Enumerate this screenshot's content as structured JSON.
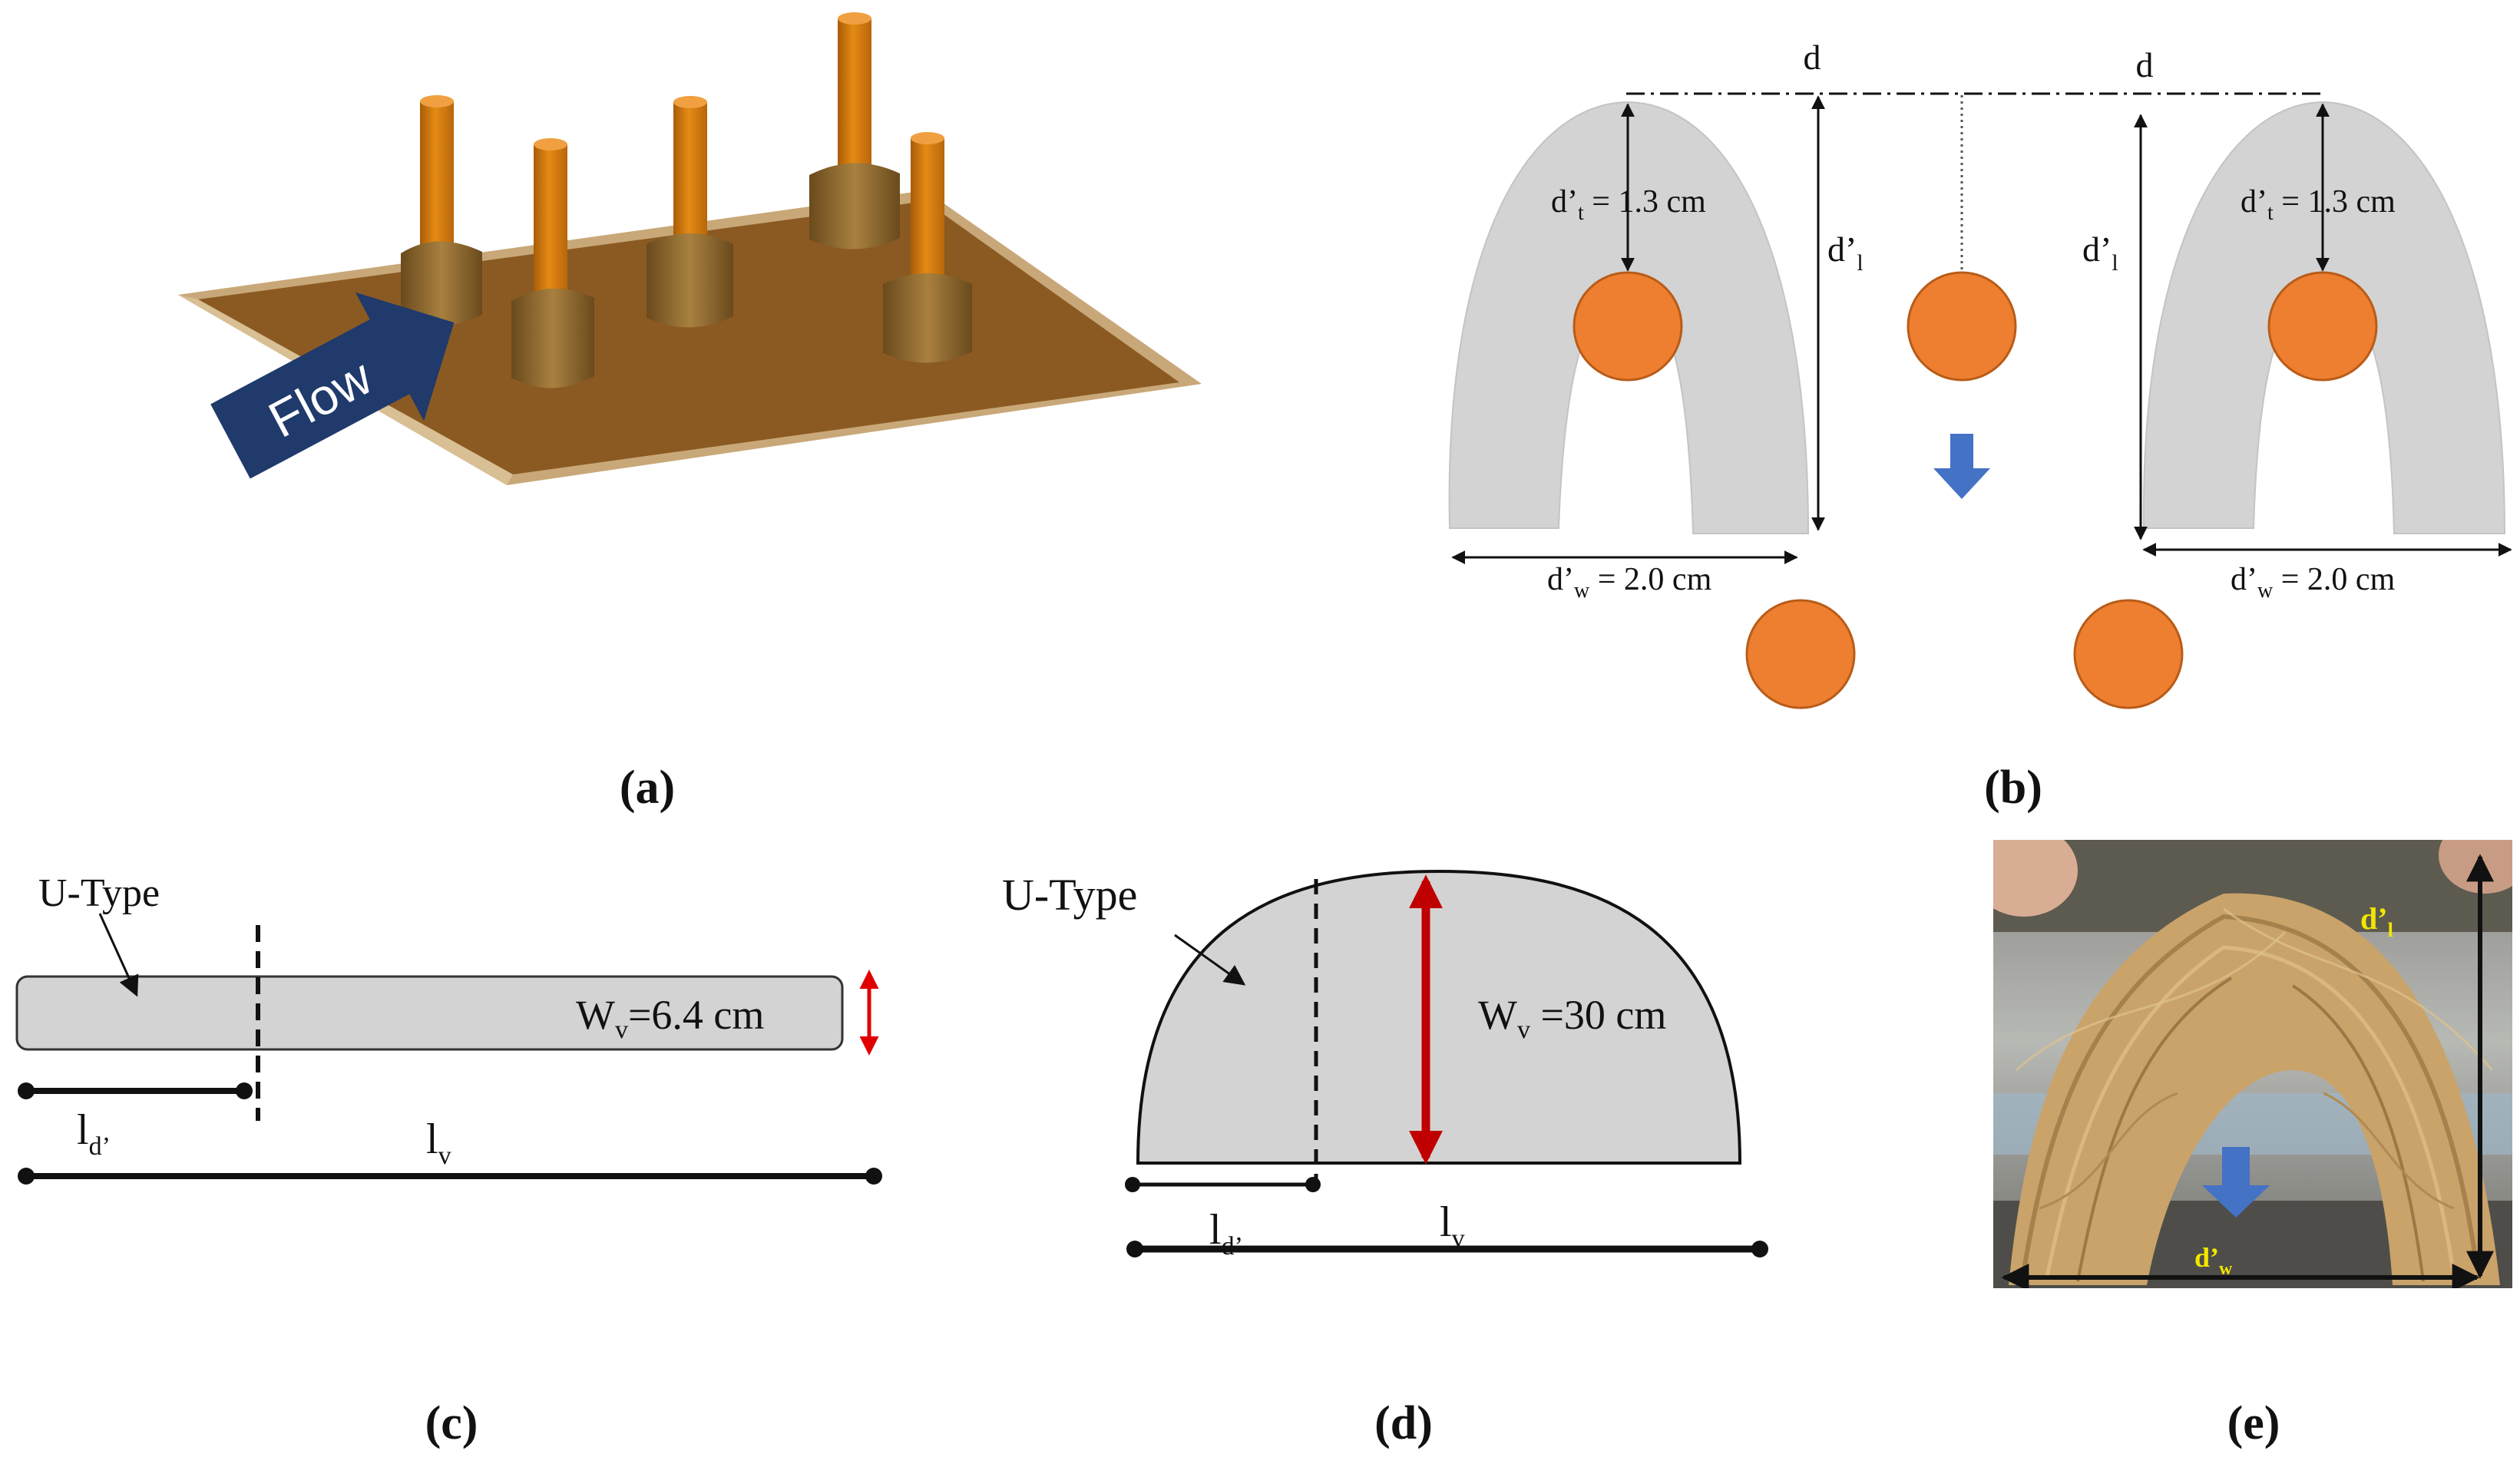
{
  "panels": {
    "a": {
      "caption": "(a)",
      "flow_label": "Flow"
    },
    "b": {
      "caption": "(b)",
      "d_left": "d",
      "d_right": "d",
      "dt_left": {
        "base": "d’",
        "sub": "t",
        "rest": " = 1.3 cm"
      },
      "dt_right": {
        "base": "d’",
        "sub": "t",
        "rest": " = 1.3 cm"
      },
      "dl_left": {
        "base": "d’",
        "sub": "l"
      },
      "dl_right": {
        "base": "d’",
        "sub": "l"
      },
      "dw_left": {
        "base": "d’",
        "sub": "w",
        "rest": " = 2.0 cm"
      },
      "dw_right": {
        "base": "d’",
        "sub": "w",
        "rest": " = 2.0 cm"
      }
    },
    "c": {
      "caption": "(c)",
      "type_label": "U-Type",
      "width_label": {
        "base": "W",
        "sub": "v",
        "rest": "=6.4 cm"
      },
      "ld_label": {
        "base": "l",
        "sub": "d’"
      },
      "lv_label": {
        "base": "l",
        "sub": "v"
      }
    },
    "d": {
      "caption": "(d)",
      "type_label": "U-Type",
      "width_label": {
        "base": "W",
        "sub": "v",
        "rest": " =30 cm"
      },
      "ld_label": {
        "base": "l",
        "sub": "d’"
      },
      "lv_label": {
        "base": "l",
        "sub": "v"
      }
    },
    "e": {
      "caption": "(e)",
      "dl_label": {
        "base": "d’",
        "sub": "l"
      },
      "dw_label": {
        "base": "d’",
        "sub": "w"
      }
    }
  },
  "colors": {
    "plate": "#8b5a22",
    "plate_rim": "#c8a878",
    "pile": "#d98010",
    "mat": "#9a7430",
    "flow_arrow": "#1f3a6b",
    "cylinder": "#ee7f30",
    "u_shape": "#d3d3d3",
    "blue_arrow": "#4472c4",
    "red_arrow": "#c00000",
    "photo_fiber": "#c9a36a",
    "annotation_yellow": "#f2e600"
  }
}
